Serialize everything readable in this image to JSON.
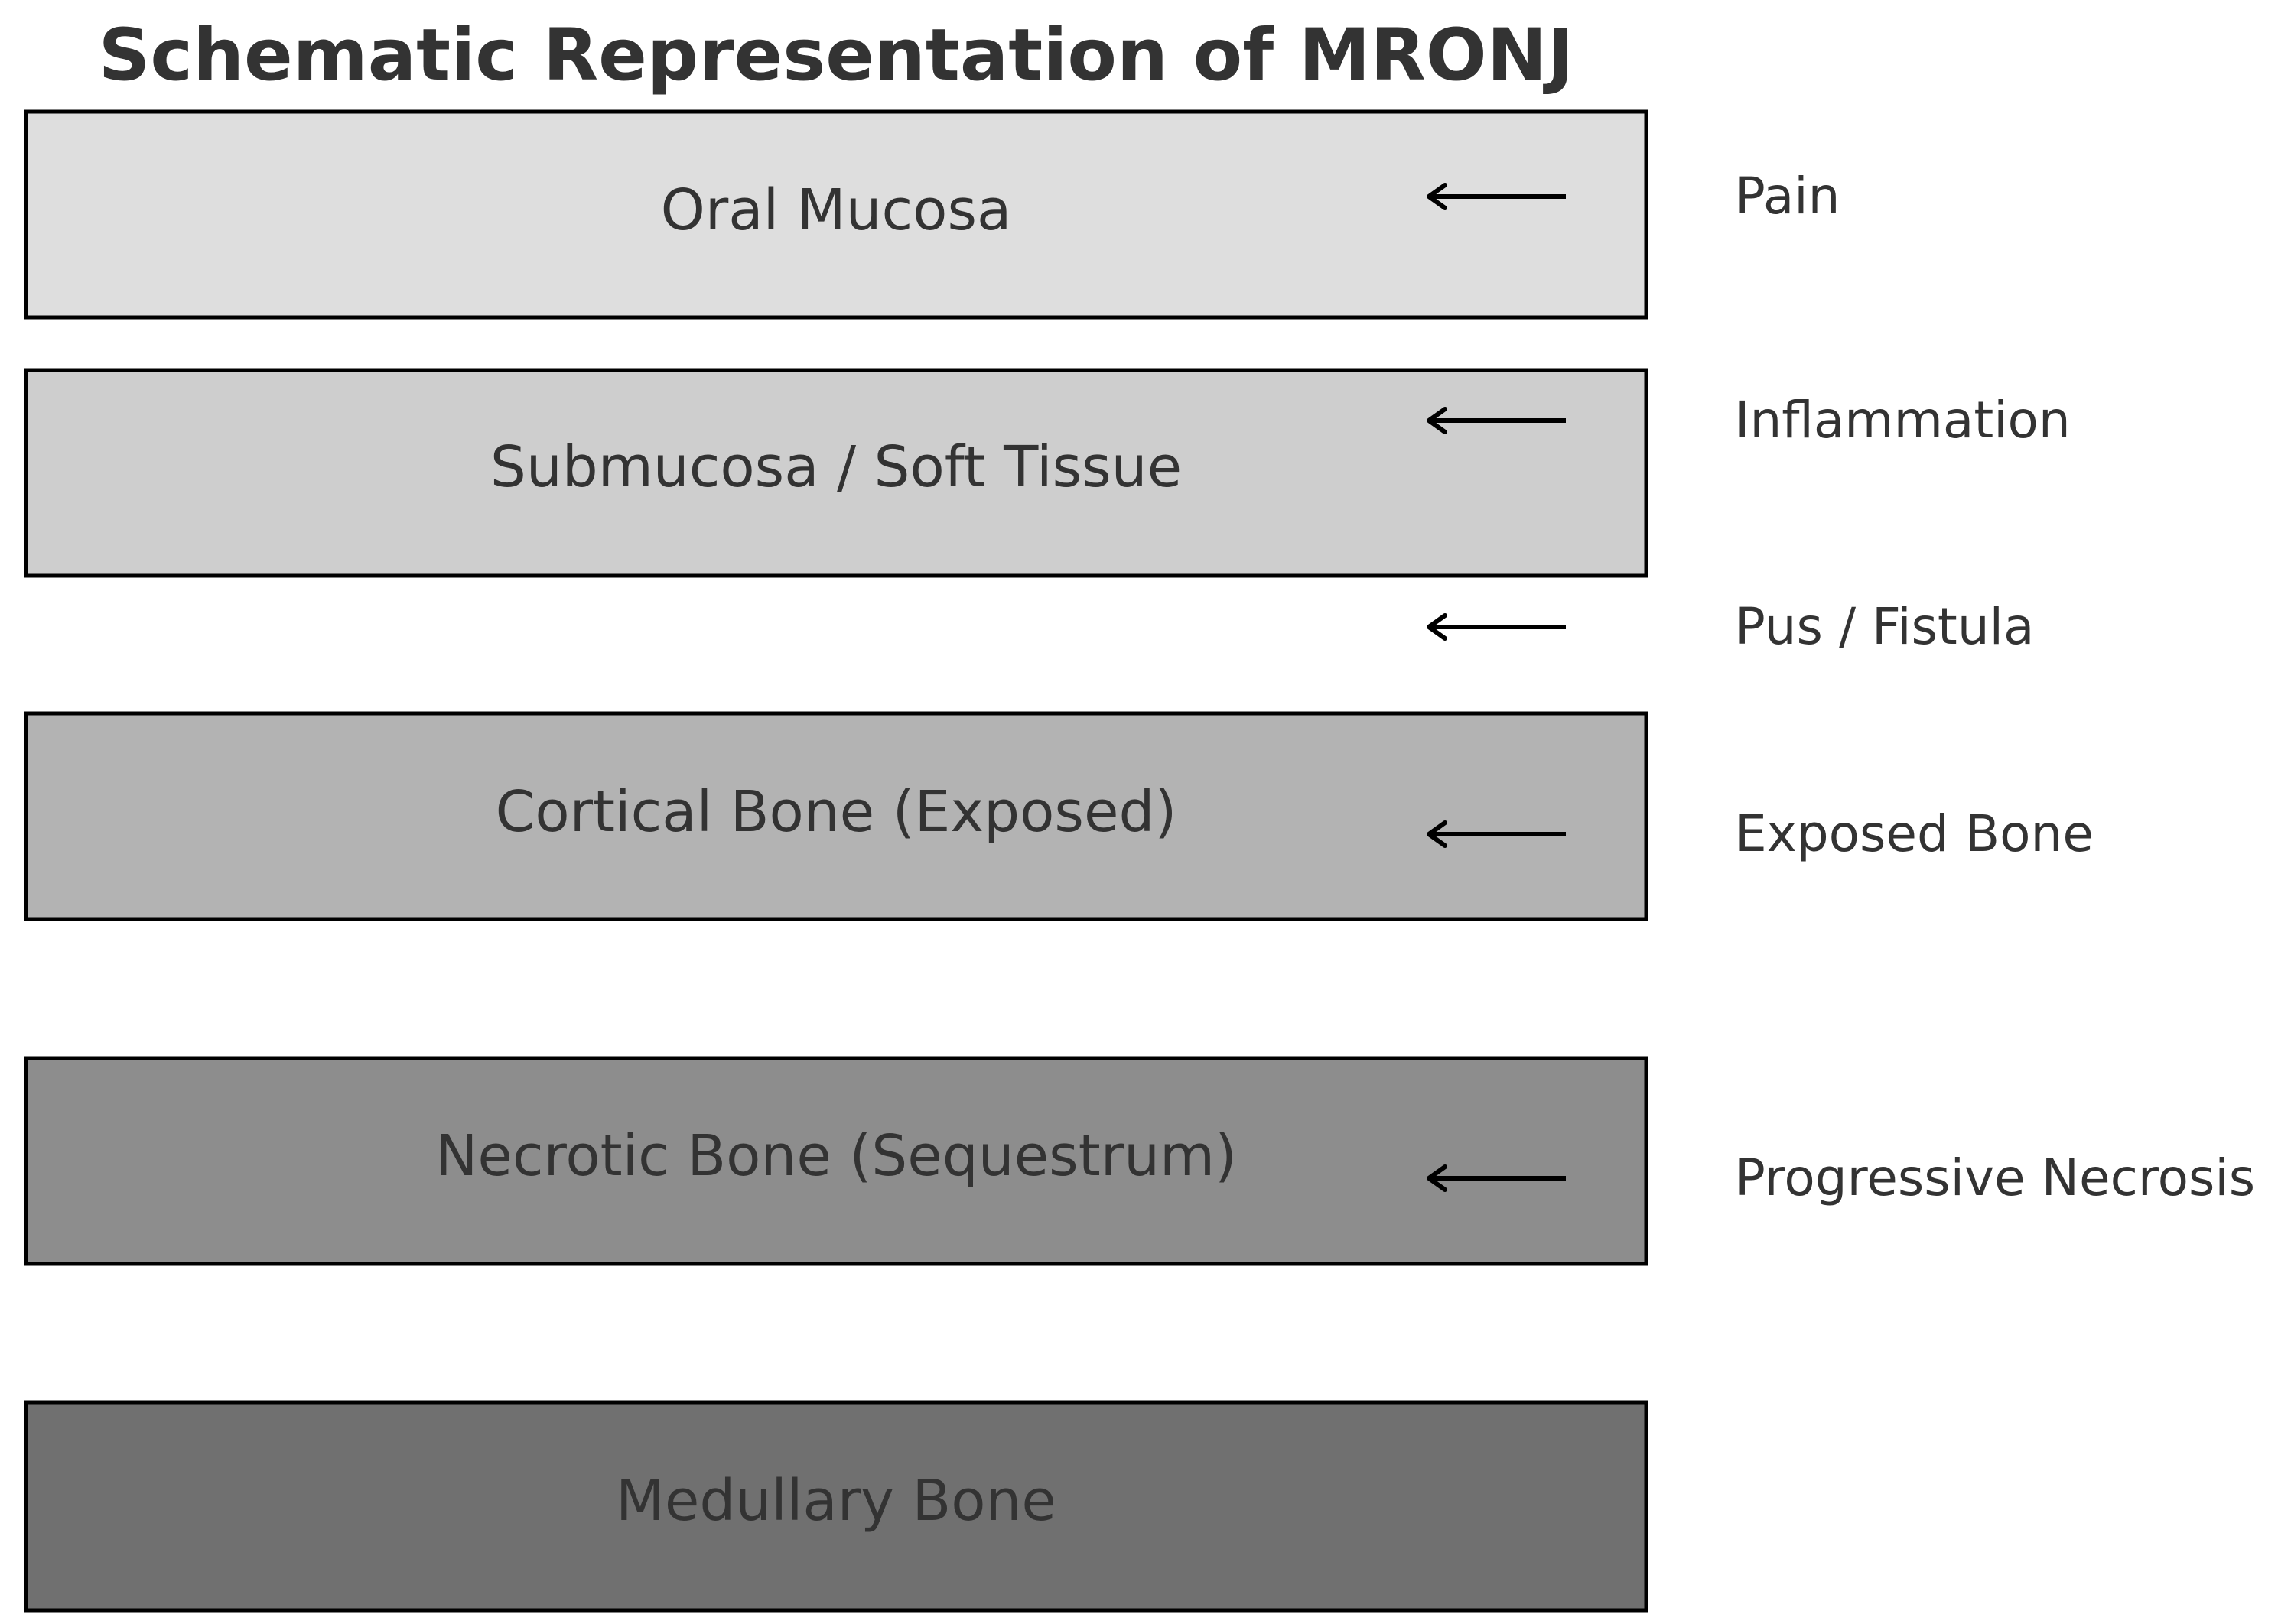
{
  "title": "Schematic Representation of MRONJ",
  "layers": [
    {
      "label": "Oral Mucosa",
      "fill": "#dedede"
    },
    {
      "label": "Submucosa / Soft Tissue",
      "fill": "#cecece"
    },
    {
      "label": "Cortical Bone (Exposed)",
      "fill": "#b3b3b3"
    },
    {
      "label": "Necrotic Bone (Sequestrum)",
      "fill": "#8d8d8d"
    },
    {
      "label": "Medullary Bone",
      "fill": "#707070"
    }
  ],
  "symptoms": [
    {
      "label": "Pain"
    },
    {
      "label": "Inflammation"
    },
    {
      "label": "Pus / Fistula"
    },
    {
      "label": "Exposed Bone"
    },
    {
      "label": "Progressive Necrosis"
    }
  ]
}
